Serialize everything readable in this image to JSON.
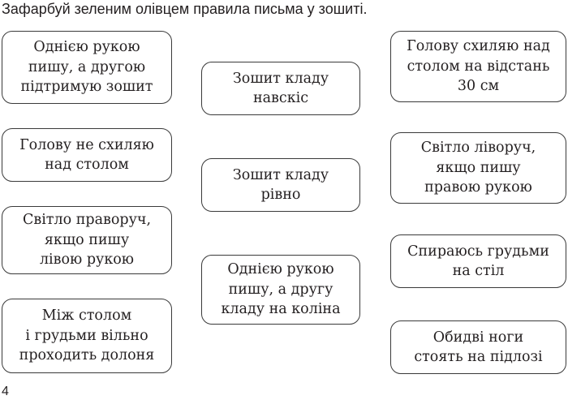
{
  "instruction": "Зафарбуй зеленим олівцем правила письма у зошиті.",
  "page_number": "4",
  "cards": [
    {
      "text": "Однією рукою\nпишу, а другою\nпідтримую зошит"
    },
    {
      "text": "Голову не схиляю\nнад столом"
    },
    {
      "text": "Світло праворуч,\nякщо пишу\nлівою рукою"
    },
    {
      "text": "Між столом\nі грудьми вільно\nпроходить долоня"
    },
    {
      "text": "Зошит кладу\nнавскіс"
    },
    {
      "text": "Зошит кладу\nрівно"
    },
    {
      "text": "Однією рукою\nпишу, а другу\nкладу на коліна"
    },
    {
      "text": "Голову схиляю над\nстолом на відстань\n30 см"
    },
    {
      "text": "Світло ліворуч,\nякщо пишу\nправою рукою"
    },
    {
      "text": "Спираюсь грудьми\nна стіл"
    },
    {
      "text": "Обидві ноги\nстоять на підлозі"
    }
  ]
}
